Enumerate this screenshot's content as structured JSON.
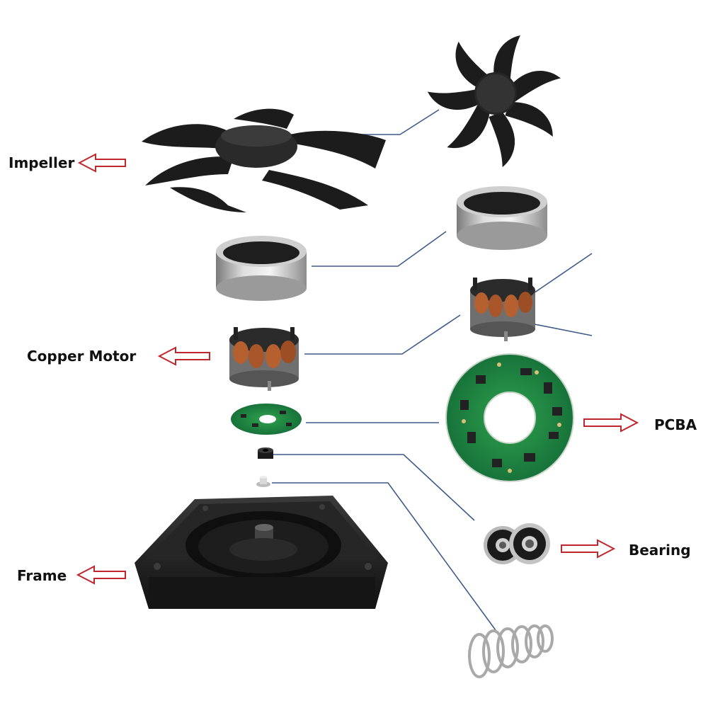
{
  "labels": {
    "impeller": "Impeller",
    "copper_motor": "Copper Motor",
    "frame": "Frame",
    "pcba": "PCBA",
    "bearing": "Bearing"
  },
  "colors": {
    "background": "#ffffff",
    "label_text": "#111111",
    "arrow_outline": "#c0272d",
    "leader_line": "#3d5a8a",
    "plastic_black": "#1c1c1c",
    "steel": "#b9b9b9",
    "copper": "#b5602e",
    "pcb_green": "#1f8a3c"
  },
  "icons": {
    "impeller": "fan-impeller-icon",
    "ring_magnet": "steel-ring-icon",
    "motor": "stator-coil-icon",
    "pcba": "circuit-board-icon",
    "bearing": "ball-bearing-icon",
    "frame": "fan-frame-icon",
    "spring": "coil-spring-icon"
  }
}
